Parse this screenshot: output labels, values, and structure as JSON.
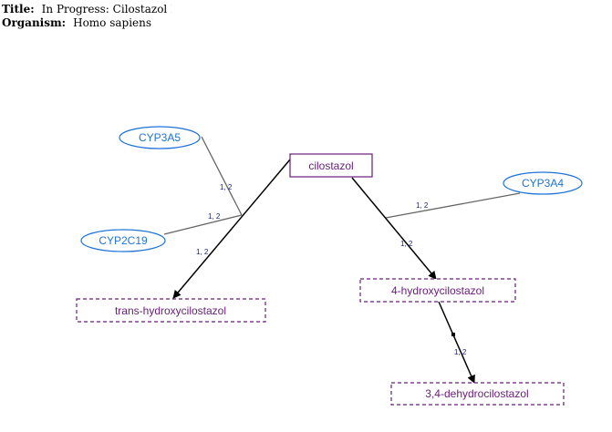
{
  "header": {
    "title_label": "Title:",
    "title_value": "In Progress: Cilostazol Pathway, P",
    "organism_label": "Organism:",
    "organism_value": "Homo sapiens"
  },
  "colors": {
    "enzyme": "#1e73d8",
    "chemical": "#6a1b7a",
    "edge_catalysis": "#666666",
    "edge_reaction": "#000000",
    "edge_label": "#1a237e"
  },
  "nodes": {
    "cilostazol": "cilostazol",
    "cyp3a5": "CYP3A5",
    "cyp2c19": "CYP2C19",
    "cyp3a4": "CYP3A4",
    "trans_hydroxycilostazol": "trans-hydroxycilostazol",
    "hydroxycilostazol_4": "4-hydroxycilostazol",
    "dehydrocilostazol": "3,4-dehydrocilostazol"
  },
  "edge_labels": {
    "cyp3a5_edge": "1, 2",
    "cyp2c19_edge": "1, 2",
    "trans_reaction": "1, 2",
    "cyp3a4_edge": "1, 2",
    "hydroxy_reaction": "1, 2",
    "dehydro_reaction": "1, 2"
  }
}
